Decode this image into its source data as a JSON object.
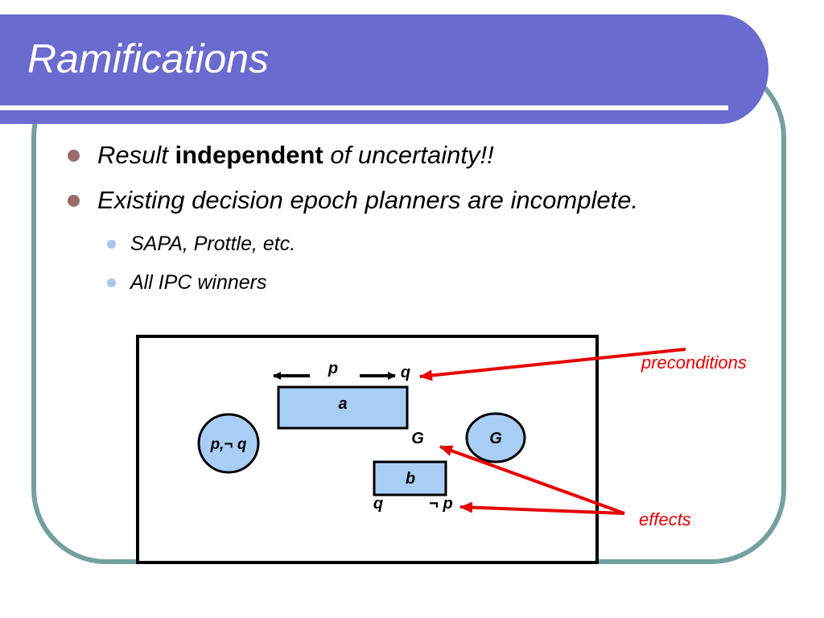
{
  "slide": {
    "title": "Ramifications",
    "bullets": [
      {
        "prefix": "Result ",
        "bold": "independent",
        "suffix": " of uncertainty!!"
      },
      {
        "text": "Existing decision epoch planners are incomplete."
      }
    ],
    "sub_bullets": [
      "SAPA, Prottle, etc.",
      "All IPC winners"
    ]
  },
  "diagram": {
    "action_a": {
      "label": "a",
      "pre_left": "p",
      "pre_right": "q",
      "effect": "G"
    },
    "action_b": {
      "label": "b",
      "effect_left": "q",
      "effect_right": "¬ p"
    },
    "init_state": "p,¬ q",
    "goal_state": "G",
    "annotations": {
      "preconditions": "preconditions",
      "effects": "effects"
    }
  },
  "colors": {
    "title_bar": "#6a6acf",
    "frame_border": "#74a0a0",
    "box_fill": "#a9cef5",
    "annotation_red": "#e60000",
    "bullet_l1": "#9b6b6b",
    "bullet_l2": "#a9c4ee"
  }
}
